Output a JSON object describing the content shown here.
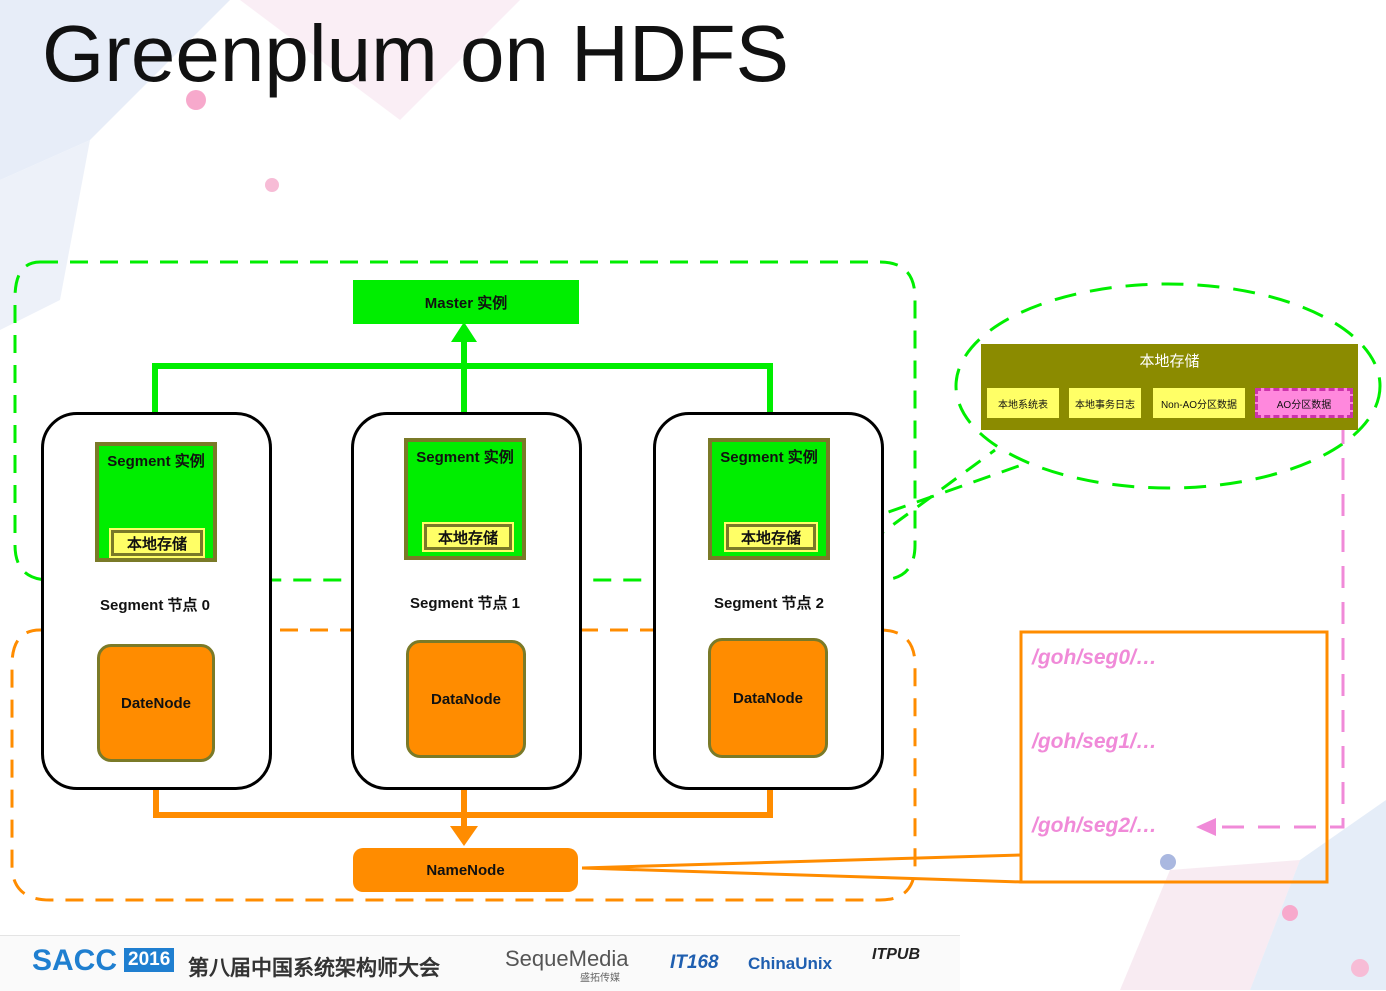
{
  "title": "Greenplum on HDFS",
  "master": "Master 实例",
  "segments": [
    {
      "instance": "Segment 实例",
      "local": "本地存储",
      "node": "Segment 节点 0",
      "datanode": "DateNode"
    },
    {
      "instance": "Segment 实例",
      "local": "本地存储",
      "node": "Segment 节点 1",
      "datanode": "DataNode"
    },
    {
      "instance": "Segment 实例",
      "local": "本地存储",
      "node": "Segment 节点 2",
      "datanode": "DataNode"
    }
  ],
  "namenode": "NameNode",
  "storage": {
    "title": "本地存储",
    "items": [
      "本地系统表",
      "本地事务日志",
      "Non-AO分区数据",
      "AO分区数据"
    ]
  },
  "hdfs_paths": [
    "/goh/seg0/…",
    "/goh/seg1/…",
    "/goh/seg2/…"
  ],
  "footer": {
    "sacc": "SACC",
    "year": "2016",
    "conf": "第八届中国系统架构师大会",
    "seque": "SequeMedia",
    "seque_sub": "盛拓传媒",
    "it168": "IT168",
    "chinaunix": "ChinaUnix",
    "itpub": "ITPUB"
  },
  "colors": {
    "green": "#00ee00",
    "orange": "#ff8c00",
    "pink": "#f08ad8",
    "olive": "#8b8b00"
  }
}
